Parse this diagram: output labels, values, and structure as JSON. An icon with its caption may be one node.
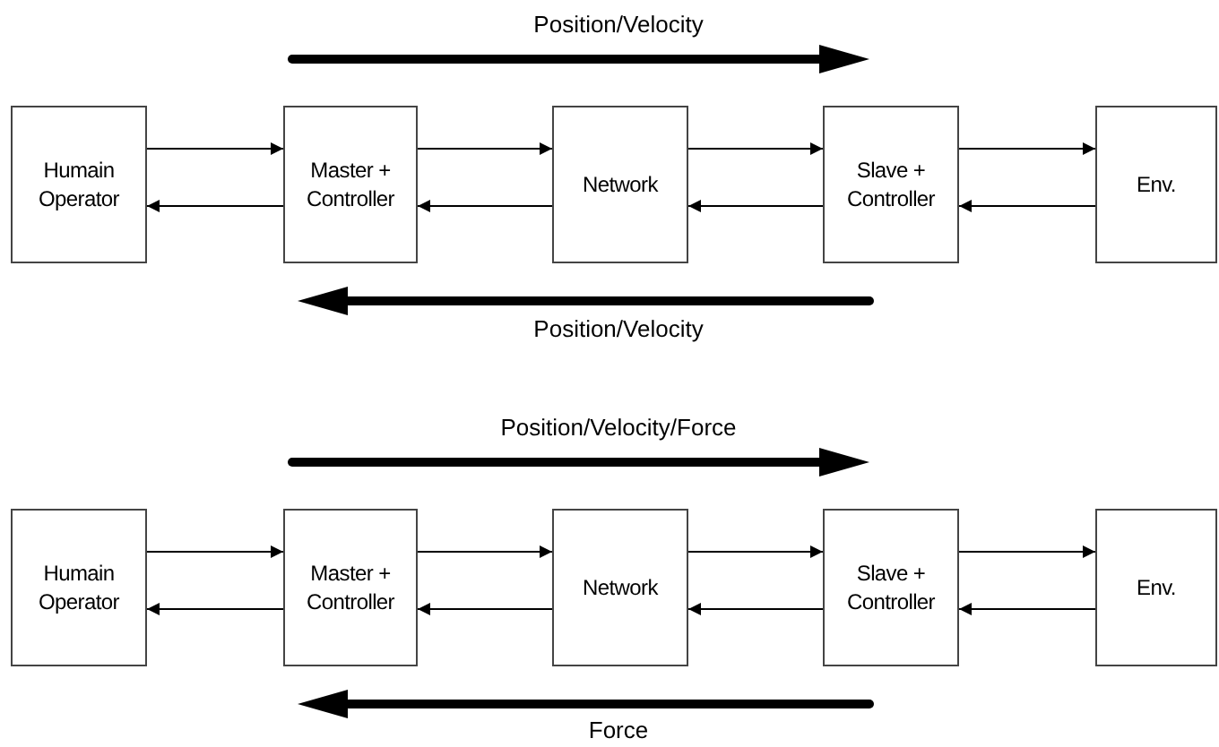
{
  "diagram": {
    "nodes": [
      {
        "text": [
          "Humain Operator"
        ]
      },
      {
        "text": [
          "Master + Controller"
        ]
      },
      {
        "text": [
          "Network"
        ]
      },
      {
        "text": [
          "Slave + Controller"
        ]
      },
      {
        "text": [
          "Env."
        ]
      },
      {
        "text": [
          "Humain Operator"
        ]
      },
      {
        "text": [
          "Master + Controller"
        ]
      },
      {
        "text": [
          "Network"
        ]
      },
      {
        "text": [
          "Slave + Controller"
        ]
      },
      {
        "text": [
          "Env."
        ]
      }
    ],
    "edges": [
      {
        "from": 0,
        "to": 1,
        "arrow": "to"
      },
      {
        "from": 1,
        "to": 2,
        "arrow": "to"
      },
      {
        "from": 2,
        "to": 3,
        "arrow": "to"
      },
      {
        "from": 3,
        "to": 4,
        "arrow": "to"
      },
      {
        "from": 4,
        "to": 3,
        "arrow": "to"
      },
      {
        "from": 3,
        "to": 2,
        "arrow": "to"
      },
      {
        "from": 2,
        "to": 1,
        "arrow": "to"
      },
      {
        "from": 1,
        "to": 0,
        "arrow": "to"
      },
      {
        "from": 5,
        "to": 6,
        "arrow": "to"
      },
      {
        "from": 6,
        "to": 7,
        "arrow": "to"
      },
      {
        "from": 7,
        "to": 8,
        "arrow": "to"
      },
      {
        "from": 8,
        "to": 9,
        "arrow": "to"
      },
      {
        "from": 9,
        "to": 8,
        "arrow": "to"
      },
      {
        "from": 8,
        "to": 7,
        "arrow": "to"
      },
      {
        "from": 7,
        "to": 6,
        "arrow": "to"
      },
      {
        "from": 6,
        "to": 5,
        "arrow": "to"
      }
    ],
    "labels": [
      "Position/Velocity",
      "Position/Velocity",
      "Position/Velocity/Force",
      "Force"
    ]
  }
}
